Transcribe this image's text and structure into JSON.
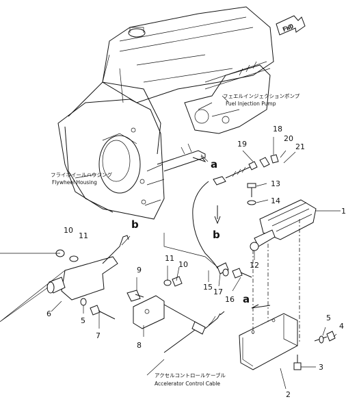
{
  "fwd_label": "FWD",
  "captions": {
    "fuel_pump_jp": "フェエルインジェクションポンプ",
    "fuel_pump_en": "Fuel Injection Pump",
    "flywheel_jp": "フライホイールハウジング",
    "flywheel_en": "Flywheel Housing",
    "cable_jp": "アクセルコントロールケーブル",
    "cable_en": "Accelerator Control Cable"
  },
  "callouts": {
    "p1": "1",
    "p2": "2",
    "p3": "3",
    "p4": "4",
    "p5a": "5",
    "p5b": "5",
    "p6": "6",
    "p7": "7",
    "p8": "8",
    "p9": "9",
    "p10a": "10",
    "p10b": "10",
    "p11a": "11",
    "p11b": "11",
    "p12": "12",
    "p13": "13",
    "p14": "14",
    "p15": "15",
    "p16": "16",
    "p17": "17",
    "p18": "18",
    "p19": "19",
    "p20": "20",
    "p21": "21"
  },
  "refs": {
    "a1": "a",
    "a2": "a",
    "b1": "b",
    "b2": "b"
  }
}
